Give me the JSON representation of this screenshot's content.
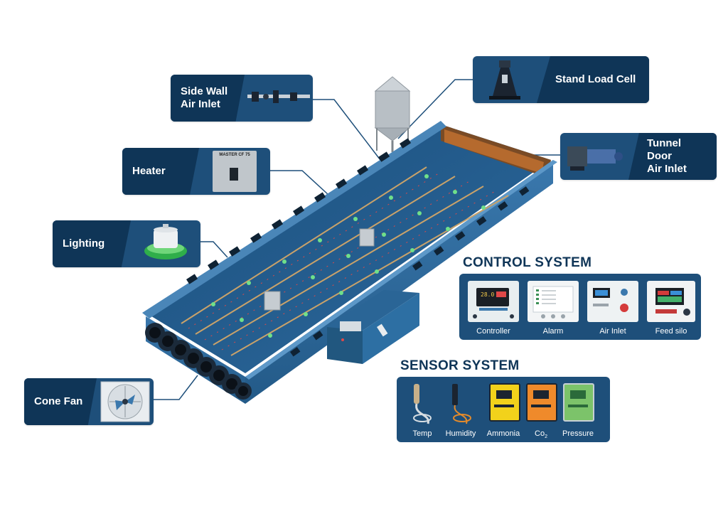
{
  "callouts": {
    "side_wall": {
      "label": "Side Wall\nAir Inlet",
      "icon": "air-inlet-icon"
    },
    "heater": {
      "label": "Heater",
      "icon": "heater-icon",
      "panel_text": "MASTER CF 75"
    },
    "lighting": {
      "label": "Lighting",
      "icon": "lamp-icon"
    },
    "cone_fan": {
      "label": "Cone Fan",
      "icon": "fan-icon"
    },
    "stand_load_cell": {
      "label": "Stand Load Cell",
      "icon": "load-cell-icon"
    },
    "tunnel_door": {
      "label": "Tunnel Door\nAir Inlet",
      "icon": "tunnel-door-icon"
    }
  },
  "control_system": {
    "title": "CONTROL SYSTEM",
    "items": [
      {
        "label": "Controller",
        "icon": "controller-icon"
      },
      {
        "label": "Alarm",
        "icon": "alarm-icon"
      },
      {
        "label": "Air Inlet",
        "icon": "air-inlet-controller-icon"
      },
      {
        "label": "Feed silo",
        "icon": "feed-silo-controller-icon"
      }
    ]
  },
  "sensor_system": {
    "title": "SENSOR SYSTEM",
    "items": [
      {
        "label": "Temp",
        "icon": "temp-probe-icon"
      },
      {
        "label": "Humidity",
        "icon": "humidity-probe-icon"
      },
      {
        "label": "Ammonia",
        "icon": "ammonia-sensor-icon",
        "color": "#f2d21b"
      },
      {
        "label": "Co",
        "sub": "2",
        "icon": "co2-sensor-icon",
        "color": "#ef8a2b"
      },
      {
        "label": "Pressure",
        "icon": "pressure-sensor-icon",
        "color": "#7cc36a"
      }
    ]
  },
  "colors": {
    "dark_navy": "#0f3557",
    "panel_blue": "#1e4f7a",
    "house_blue": "#2d6fa3"
  }
}
